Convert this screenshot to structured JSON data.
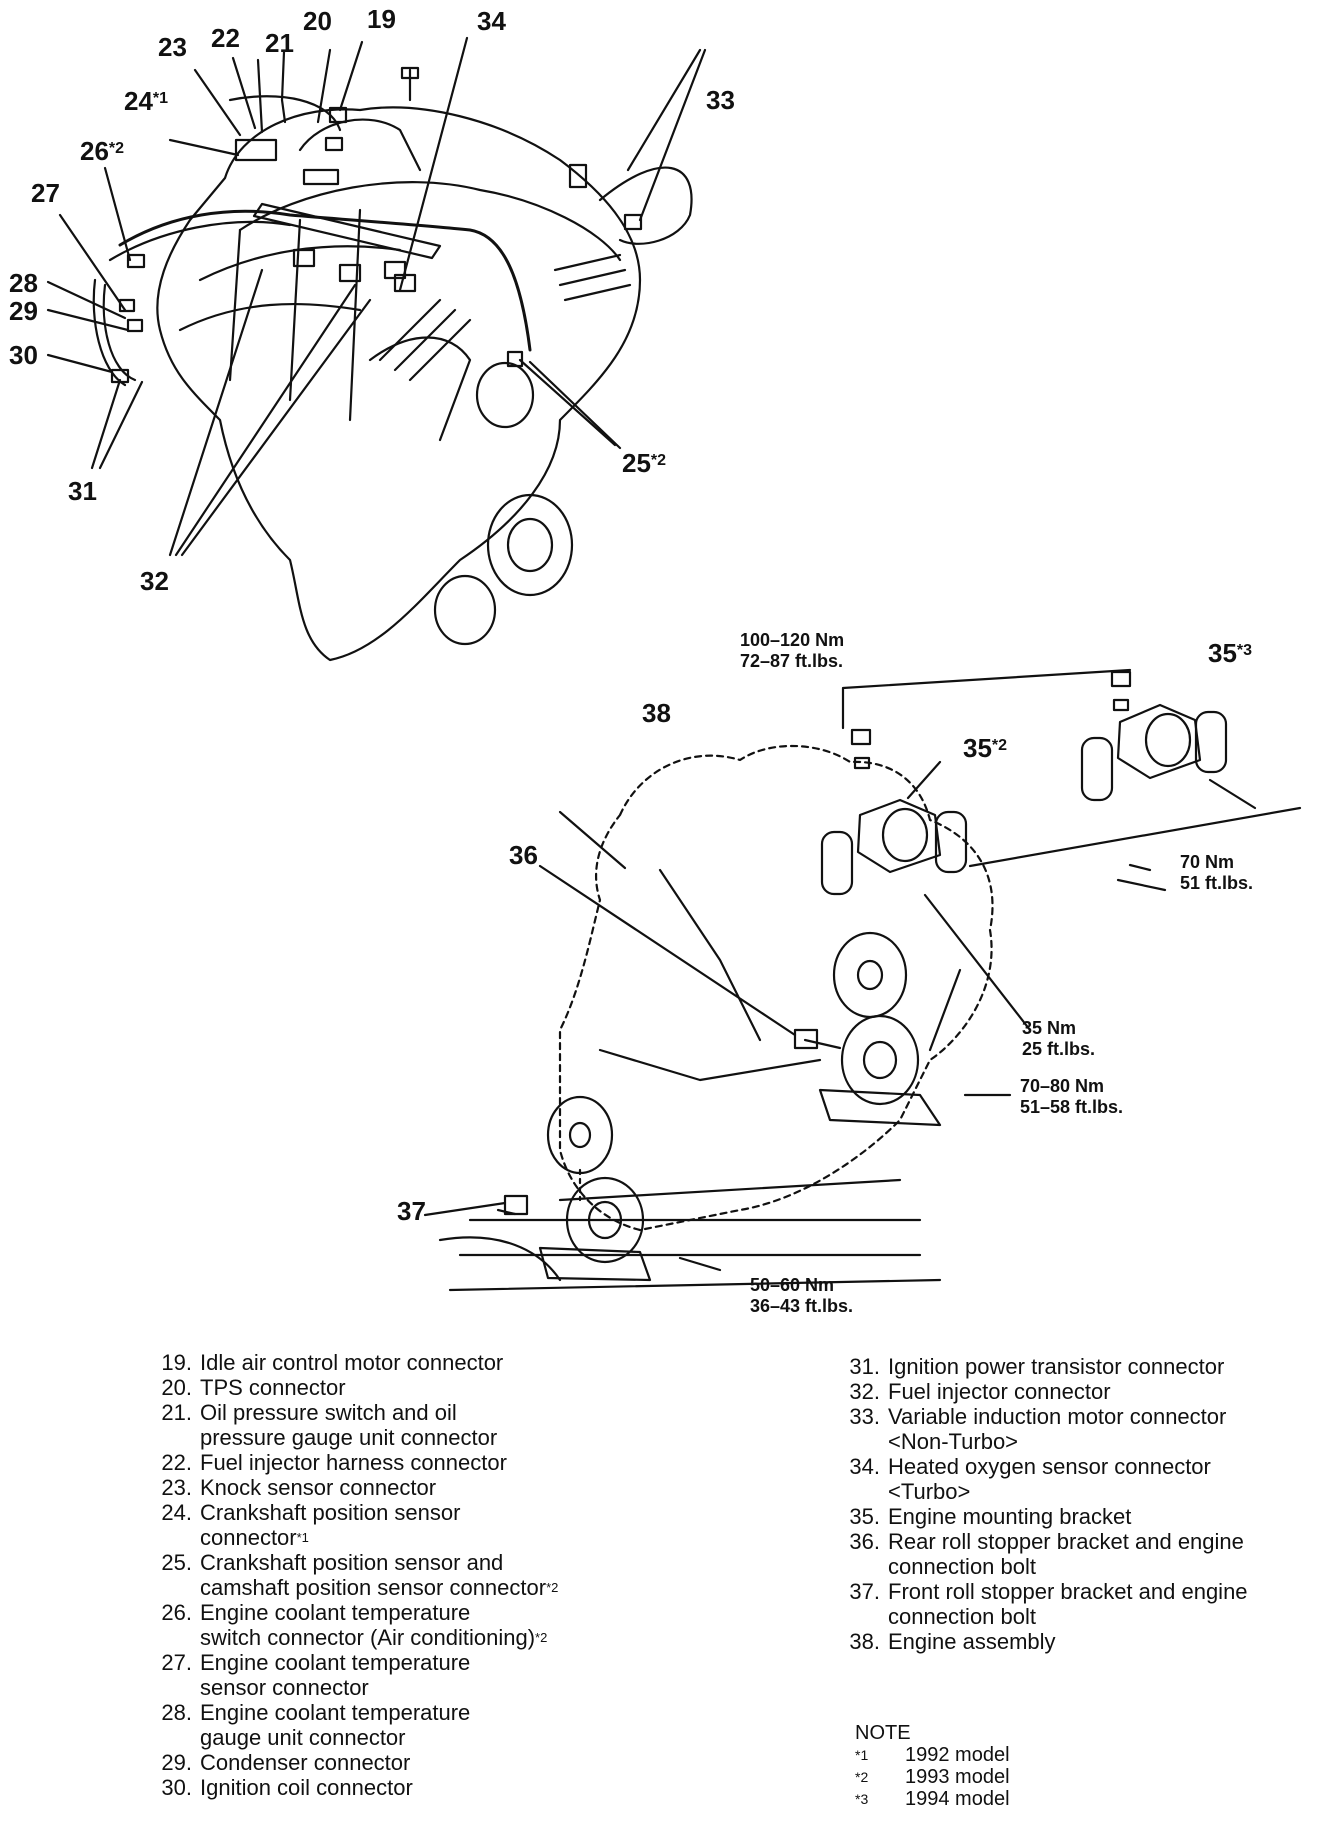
{
  "callouts": {
    "c19": "19",
    "c20": "20",
    "c21": "21",
    "c22": "22",
    "c23": "23",
    "c24": "24",
    "c24_mark": "*1",
    "c25": "25",
    "c25_mark": "*2",
    "c26": "26",
    "c26_mark": "*2",
    "c27": "27",
    "c28": "28",
    "c29": "29",
    "c30": "30",
    "c31": "31",
    "c32": "32",
    "c33": "33",
    "c34": "34",
    "c35a": "35",
    "c35a_mark": "*2",
    "c35b": "35",
    "c35b_mark": "*3",
    "c36": "36",
    "c37": "37",
    "c38": "38"
  },
  "torques": {
    "t1": [
      "100–120 Nm",
      "72–87 ft.lbs."
    ],
    "t2": [
      "70 Nm",
      "51 ft.lbs."
    ],
    "t3": [
      "35 Nm",
      "25 ft.lbs."
    ],
    "t4": [
      "70–80 Nm",
      "51–58 ft.lbs."
    ],
    "t5": [
      "50–60 Nm",
      "36–43 ft.lbs."
    ]
  },
  "legend_left": [
    {
      "num": "19.",
      "text": "Idle air control motor connector"
    },
    {
      "num": "20.",
      "text": "TPS connector"
    },
    {
      "num": "21.",
      "text": "Oil pressure switch and oil\npressure gauge unit connector"
    },
    {
      "num": "22.",
      "text": "Fuel injector harness connector"
    },
    {
      "num": "23.",
      "text": "Knock sensor connector"
    },
    {
      "num": "24.",
      "text": "Crankshaft position sensor\nconnector",
      "mark": "*1"
    },
    {
      "num": "25.",
      "text": "Crankshaft position sensor and\ncamshaft position sensor connector",
      "mark": "*2"
    },
    {
      "num": "26.",
      "text": "Engine coolant temperature\nswitch connector (Air conditioning)",
      "mark": "*2"
    },
    {
      "num": "27.",
      "text": "Engine coolant temperature\nsensor connector"
    },
    {
      "num": "28.",
      "text": "Engine coolant temperature\ngauge unit connector"
    },
    {
      "num": "29.",
      "text": "Condenser connector"
    },
    {
      "num": "30.",
      "text": "Ignition coil connector"
    }
  ],
  "legend_right": [
    {
      "num": "31.",
      "text": "Ignition power transistor connector"
    },
    {
      "num": "32.",
      "text": "Fuel injector connector"
    },
    {
      "num": "33.",
      "text": "Variable induction motor connector\n<Non-Turbo>"
    },
    {
      "num": "34.",
      "text": "Heated oxygen sensor connector\n<Turbo>"
    },
    {
      "num": "35.",
      "text": "Engine mounting bracket"
    },
    {
      "num": "36.",
      "text": "Rear roll stopper bracket and engine\nconnection bolt"
    },
    {
      "num": "37.",
      "text": "Front roll stopper bracket and engine\nconnection bolt"
    },
    {
      "num": "38.",
      "text": "Engine assembly"
    }
  ],
  "note": {
    "title": "NOTE",
    "rows": [
      {
        "mark": "*1",
        "text": "1992 model"
      },
      {
        "mark": "*2",
        "text": "1993 model"
      },
      {
        "mark": "*3",
        "text": "1994 model"
      }
    ]
  }
}
